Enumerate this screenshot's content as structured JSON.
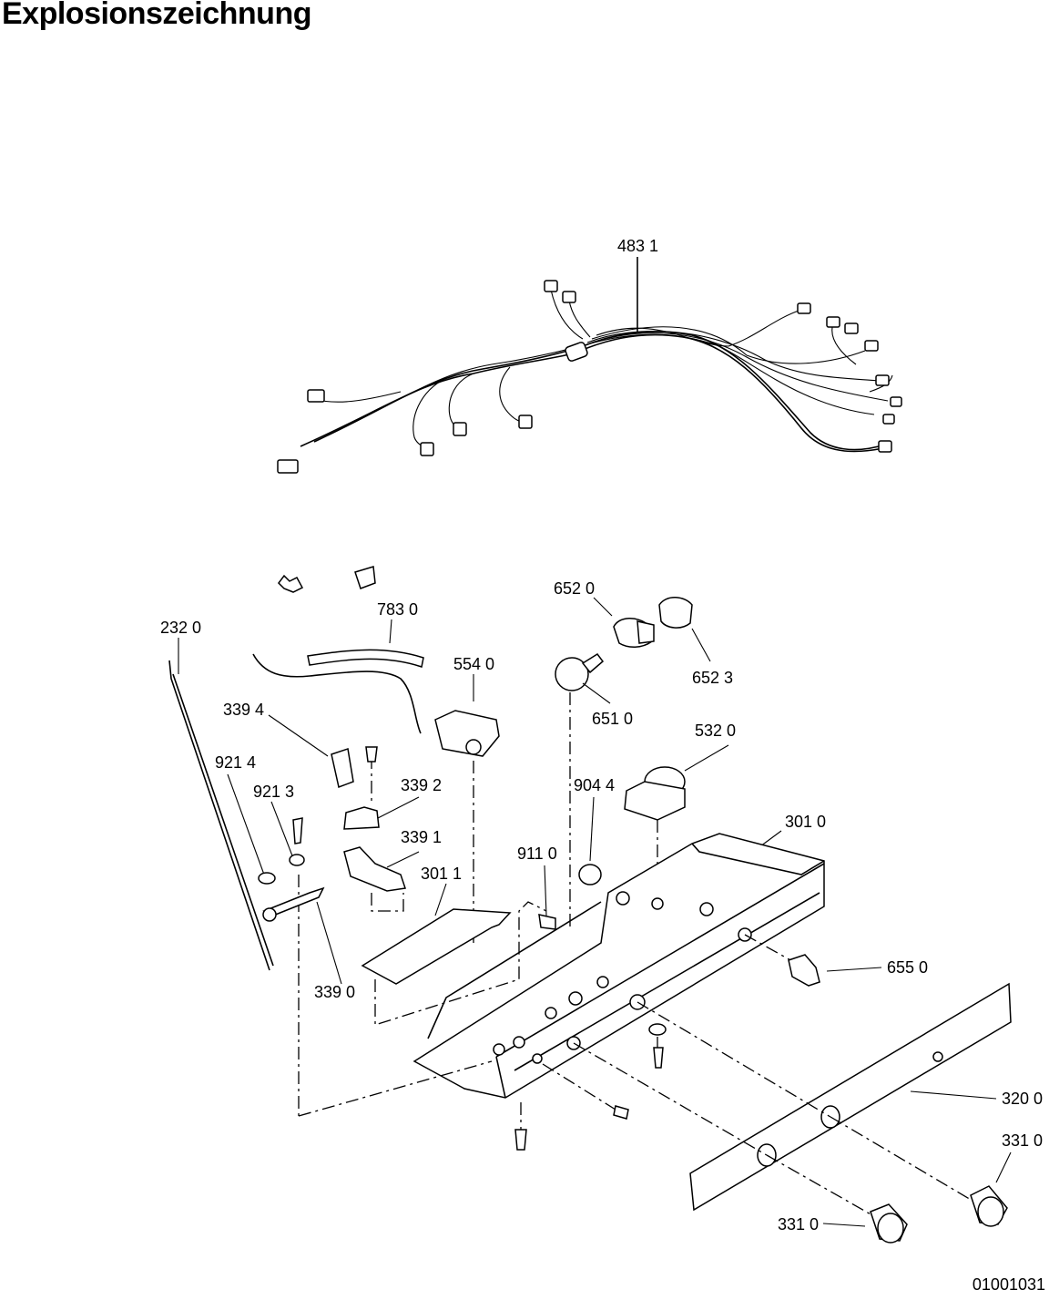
{
  "title": "Explosionszeichnung",
  "doc_number": "01001031",
  "callouts": {
    "wire_harness": "483 1",
    "rod": "232 0",
    "tubing": "783 0",
    "bulb_socket": "652 0",
    "socket_clip": "652 3",
    "thermostat_554": "554 0",
    "bulb": "651 0",
    "clip_339_4": "339 4",
    "timer": "532 0",
    "washer_921_4": "921 4",
    "screw_921_3": "921 3",
    "bracket_339_2": "339 2",
    "sensor_339_1": "339 1",
    "light_switch_904": "904 4",
    "screw_911": "911 0",
    "bracket_301_1": "301 1",
    "housing_301": "301 0",
    "lever_339_0": "339 0",
    "switch_655": "655 0",
    "panel_320": "320 0",
    "knob_right": "331 0",
    "knob_left": "331 0"
  }
}
